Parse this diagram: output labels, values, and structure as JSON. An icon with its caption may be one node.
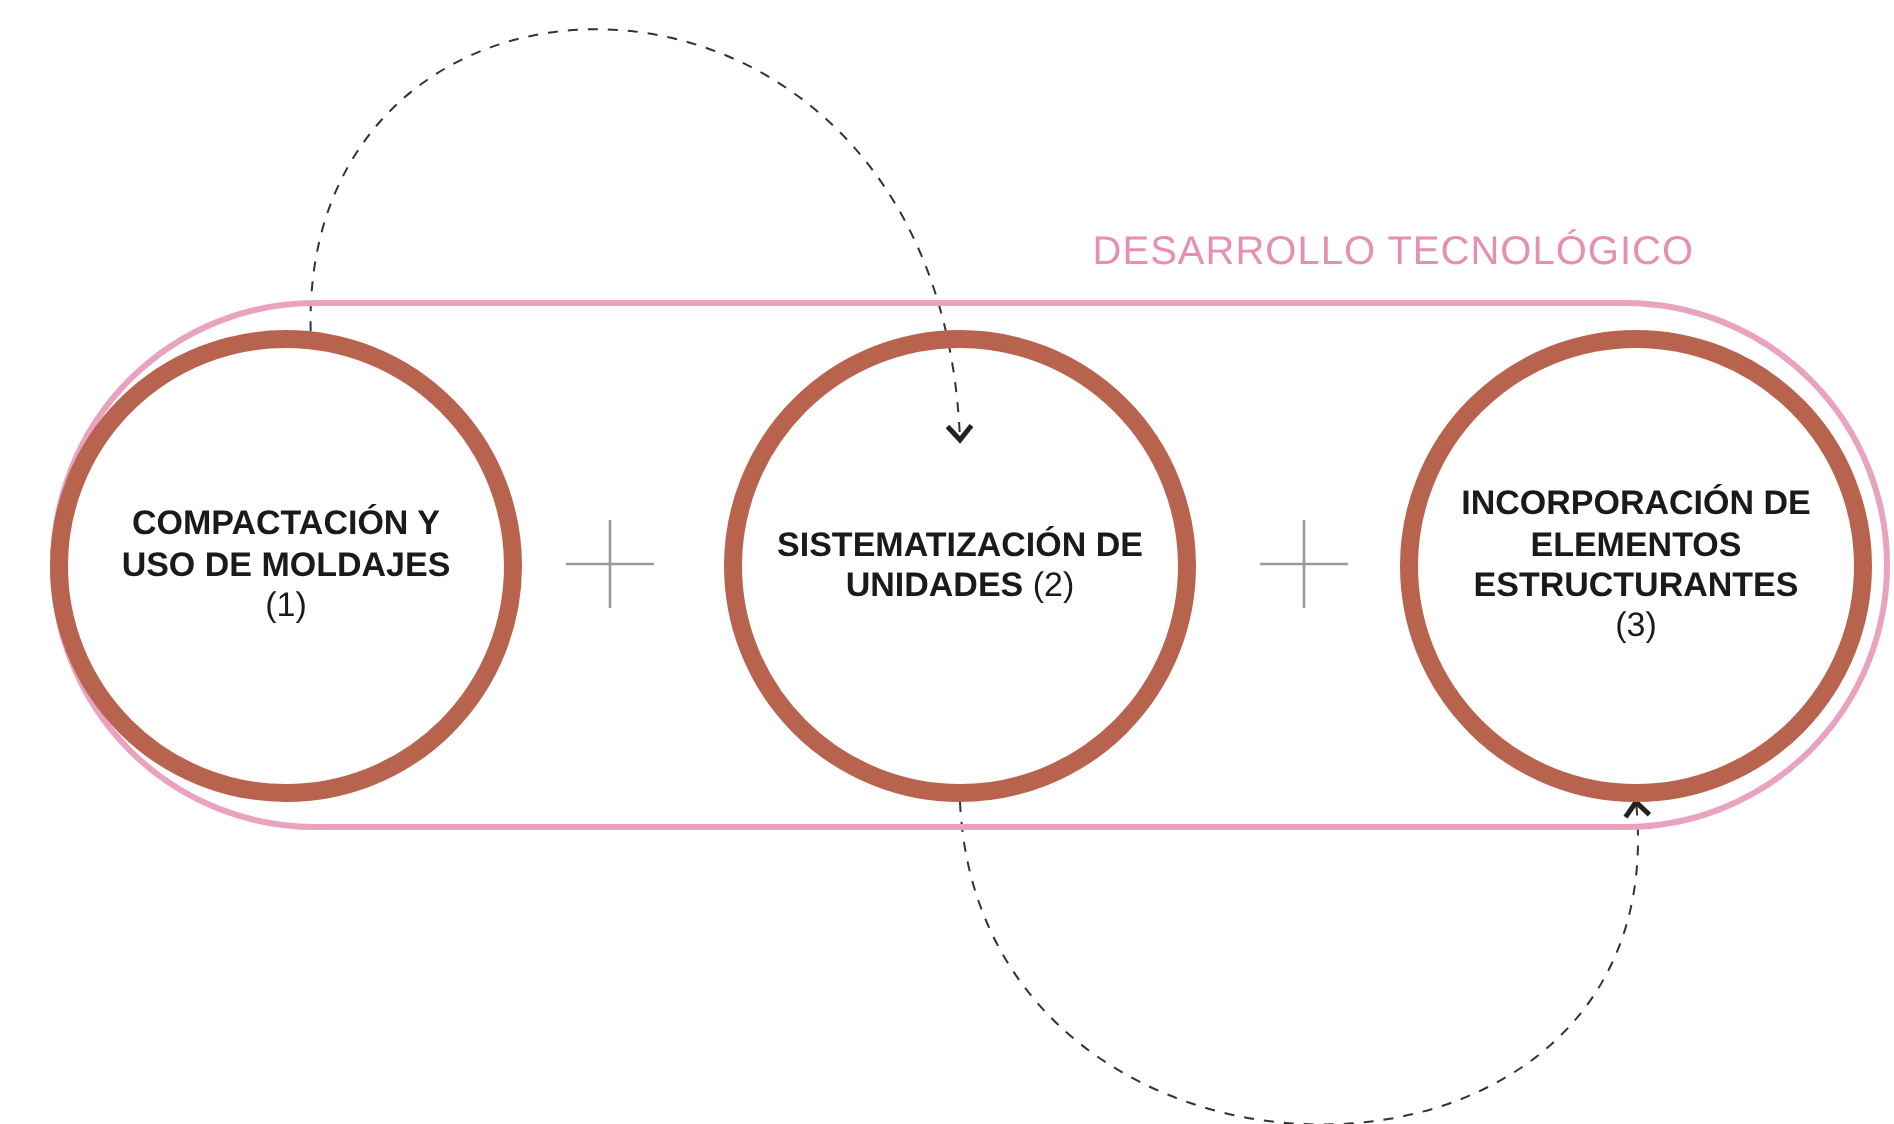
{
  "diagram": {
    "nodes": [
      {
        "text": [
          "DESARROLLO TECNOLÓGICO"
        ]
      },
      {
        "text": [
          "**COMPACTACIÓN Y USO DE MOLDAJES** (1)"
        ],
        "in": 0
      },
      {
        "text": [
          "**SISTEMATIZACIÓN DE UNIDADES** (2)"
        ],
        "in": 0
      },
      {
        "text": [
          "**INCORPORACIÓN DE ELEMENTOS ESTRUCTURANTES** (3)"
        ],
        "in": 0
      }
    ],
    "edges": [
      {
        "from": 1,
        "to": 2,
        "arrow": "to",
        "style": "dashed"
      },
      {
        "from": 2,
        "to": 3,
        "arrow": "to",
        "style": "dashed"
      }
    ]
  }
}
